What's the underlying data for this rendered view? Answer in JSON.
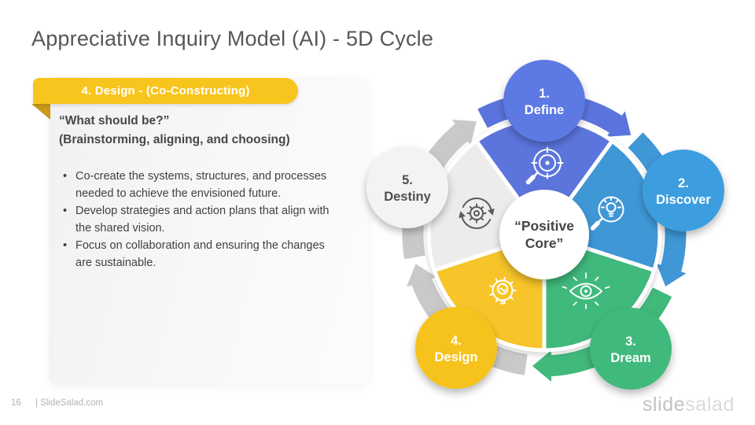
{
  "slide": {
    "title": "Appreciative Inquiry Model (AI) - 5D Cycle",
    "footer": {
      "page_number": "16",
      "site": "| SlideSalad.com"
    },
    "brand": {
      "part1": "slide",
      "part2": "salad"
    }
  },
  "panel": {
    "badge": {
      "label": "4. Design - (Co-Constructing)",
      "bg": "#f8c51e",
      "fold": "#c9991a"
    },
    "quote_line1": "“What should be?”",
    "quote_line2": "(Brainstorming, aligning, and choosing)",
    "bullets": [
      "Co-create the systems, structures, and processes needed to achieve the envisioned future.",
      "Develop strategies and action plans that align with the shared vision.",
      "Focus on collaboration and ensuring the changes are sustainable."
    ]
  },
  "diagram": {
    "center": {
      "line1": "“Positive",
      "line2": "Core”",
      "fill": "#ffffff",
      "text_color": "#454545"
    },
    "nodes": [
      {
        "num": "1.",
        "label": "Define",
        "color": "#5b79e4",
        "text_color": "#ffffff",
        "icon": "target-magnifier-icon",
        "wedge_color": "#5b74dd",
        "ring_color": "#5b74dd"
      },
      {
        "num": "2.",
        "label": "Discover",
        "color": "#3d9edf",
        "text_color": "#ffffff",
        "icon": "bulb-magnifier-icon",
        "wedge_color": "#3f97d6",
        "ring_color": "#3f97d6"
      },
      {
        "num": "3.",
        "label": "Dream",
        "color": "#41b97b",
        "text_color": "#ffffff",
        "icon": "vision-eye-icon",
        "wedge_color": "#41b97b",
        "ring_color": "#41b97b"
      },
      {
        "num": "4.",
        "label": "Design",
        "color": "#f6c31f",
        "text_color": "#ffffff",
        "icon": "gear-bulb-icon",
        "wedge_color": "#f7c52c",
        "ring_color": "#c9c9c9"
      },
      {
        "num": "5.",
        "label": "Destiny",
        "color": "#f3f3f3",
        "text_color": "#4f4f4f",
        "icon": "gear-cycle-icon",
        "wedge_color": "#ececec",
        "ring_color": "#c9c9c9"
      }
    ]
  }
}
